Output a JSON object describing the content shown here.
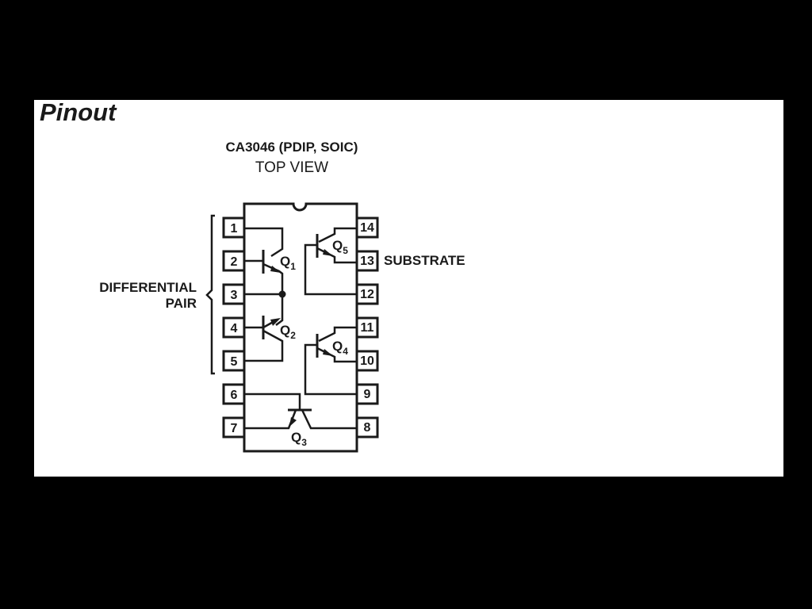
{
  "heading": "Pinout",
  "diagram": {
    "device": "CA3046 (PDIP, SOIC)",
    "view": "TOP VIEW",
    "left_pins": [
      "1",
      "2",
      "3",
      "4",
      "5",
      "6",
      "7"
    ],
    "right_pins": [
      "14",
      "13",
      "12",
      "11",
      "10",
      "9",
      "8"
    ],
    "group_label_line1": "DIFFERENTIAL",
    "group_label_line2": "PAIR",
    "substrate_label": "SUBSTRATE",
    "transistors": [
      {
        "letter": "Q",
        "sub": "1"
      },
      {
        "letter": "Q",
        "sub": "2"
      },
      {
        "letter": "Q",
        "sub": "3"
      },
      {
        "letter": "Q",
        "sub": "4"
      },
      {
        "letter": "Q",
        "sub": "5"
      }
    ],
    "ink_color": "#1a1a1a"
  }
}
